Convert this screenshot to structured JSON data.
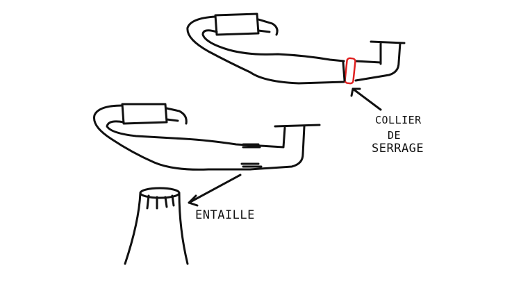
{
  "labels": {
    "collier_line1": "COLLIER",
    "collier_line2": "DE",
    "collier_line3": "SERRAGE",
    "entaille": "ENTAILLE"
  },
  "colors": {
    "ink": "#111111",
    "clamp": "#e02020",
    "background": "#ffffff"
  }
}
